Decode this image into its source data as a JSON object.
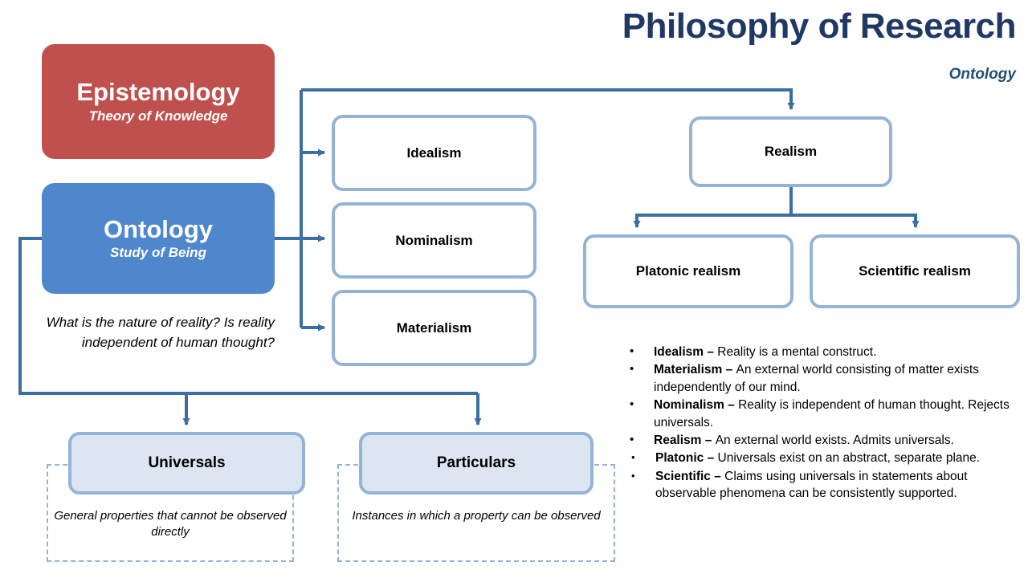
{
  "header": {
    "title": "Philosophy of Research",
    "subtitle": "Ontology"
  },
  "cards": {
    "epistemology": {
      "title": "Epistemology",
      "subtitle": "Theory of Knowledge",
      "color": "#C0504D"
    },
    "ontology": {
      "title": "Ontology",
      "subtitle": "Study of Being",
      "color": "#4F87CC"
    }
  },
  "question": "What is the nature of reality? Is reality independent of human thought?",
  "boxes": {
    "idealism": "Idealism",
    "nominalism": "Nominalism",
    "materialism": "Materialism",
    "realism": "Realism",
    "platonic_realism": "Platonic realism",
    "scientific_realism": "Scientific realism",
    "universals": "Universals",
    "particulars": "Particulars"
  },
  "captions": {
    "universals": "General properties that cannot be observed directly",
    "particulars": "Instances in which a property can be observed"
  },
  "bullets": [
    {
      "term": "Idealism – ",
      "text": "Reality is a mental construct.",
      "children": []
    },
    {
      "term": "Materialism – ",
      "text": "An external world consisting of matter exists independently of our mind.",
      "children": []
    },
    {
      "term": "Nominalism – ",
      "text": "Reality is independent of human thought. Rejects universals.",
      "children": []
    },
    {
      "term": "Realism – ",
      "text": "An external world exists. Admits universals.",
      "children": [
        {
          "term": "Platonic – ",
          "text": "Universals exist on an abstract, separate plane."
        },
        {
          "term": "Scientific – ",
          "text": "Claims using universals in statements about observable phenomena can be consistently supported."
        }
      ]
    }
  ],
  "bullet_marker": "•",
  "colors": {
    "title_navy": "#1F3864",
    "subtitle_navy": "#1F4E79",
    "box_border": "#95B3D7",
    "box_fill_light": "#DCE6F2",
    "connector": "#3B6EA5",
    "dashed_border": "#95B3D7"
  }
}
